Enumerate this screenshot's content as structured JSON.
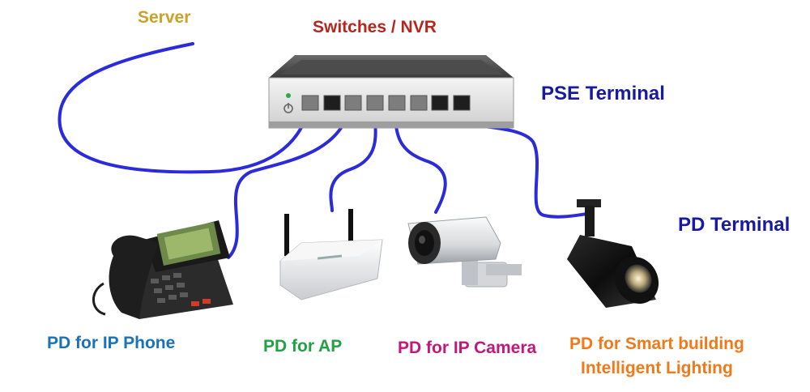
{
  "labels": {
    "server": "Server",
    "switch": "Switches / NVR",
    "pse_terminal": "PSE Terminal",
    "pd_terminal": "PD Terminal",
    "pd_phone": "PD for IP Phone",
    "pd_ap": "PD for AP",
    "pd_camera": "PD for IP Camera",
    "pd_lighting_line1": "PD for Smart building",
    "pd_lighting_line2": "Intelligent Lighting"
  },
  "colors": {
    "cable": "#2b2bdc",
    "server_label": "#c9a227",
    "switch_label": "#b5261e",
    "terminal_label": "#1a1aa0",
    "phone_label": "#1a73b8",
    "ap_label": "#22a045",
    "camera_label": "#c2187e",
    "lighting_label": "#f07a1a"
  },
  "icons": [
    "network-switch-icon",
    "ip-phone-icon",
    "wireless-ap-icon",
    "ip-camera-icon",
    "spotlight-icon"
  ]
}
